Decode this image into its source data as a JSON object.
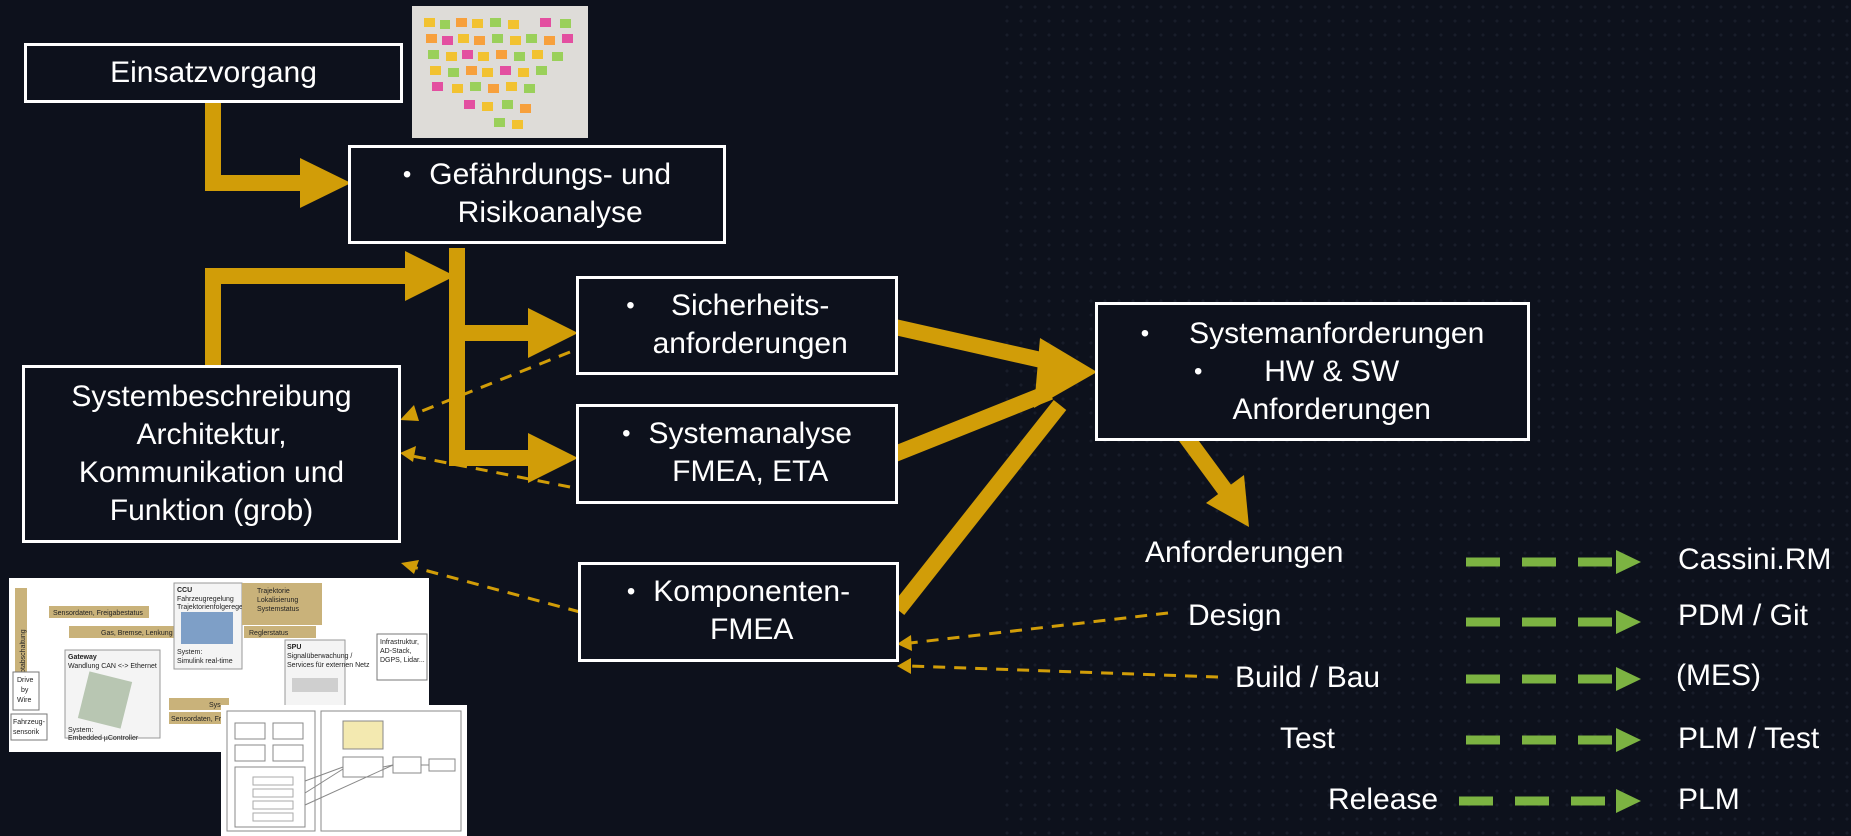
{
  "boxes": {
    "einsatz": "Einsatzvorgang",
    "gefahr_line1": "Gefährdungs- und",
    "gefahr_line2": "Risikoanalyse",
    "sicher_line1": "Sicherheits-",
    "sicher_line2": "anforderungen",
    "sysana_line1": "Systemanalyse",
    "sysana_line2": "FMEA, ETA",
    "komp_line1": "Komponenten-",
    "komp_line2": "FMEA",
    "sysbesch_line1": "Systembeschreibung",
    "sysbesch_line2": "Architektur,",
    "sysbesch_line3": "Kommunikation und",
    "sysbesch_line4": "Funktion (grob)",
    "sysanf_line1": "Systemanforderungen",
    "sysanf_line2": "HW & SW",
    "sysanf_line3": "Anforderungen"
  },
  "bullet": "•",
  "phases": [
    "Anforderungen",
    "Design",
    "Build / Bau",
    "Test",
    "Release"
  ],
  "tools": [
    "Cassini.RM",
    "PDM / Git",
    "(MES)",
    "PLM / Test",
    "PLM"
  ],
  "figure_texts": {
    "a1": "Notabschaltung",
    "a2": "Sensordaten, Freigabestatus",
    "a3": "Gas, Bremse, Lenkung",
    "a4": "CCU",
    "a5": "Fahrzeugregelung",
    "a6": "Trajektorienfolgeregelung",
    "a7": "Trajektorie",
    "a8": "Lokalisierung",
    "a9": "Systemstatus",
    "a10": "Reglerstatus",
    "a11": "Gateway",
    "a12": "Wandlung CAN <-> Ethernet",
    "a13": "System:",
    "a14": "Simulink real-time",
    "a15": "SPU",
    "a16": "Signalüberwachung /",
    "a17": "Services für externen Netz",
    "a18": "Infrastruktur,",
    "a19": "AD-Stack,",
    "a20": "DGPS, Lidar...",
    "a21": "Drive",
    "a22": "by",
    "a23": "Wire",
    "a24": "Fahrzeug-",
    "a25": "sensorik",
    "a26": "System:",
    "a27": "Embedded µController",
    "a28": "Sensordaten, Fr",
    "a29": "Sys"
  },
  "colors": {
    "background": "#0d111c",
    "arrow_gold": "#d19d08",
    "tool_green": "#7cb342",
    "box_border": "#ffffff"
  }
}
